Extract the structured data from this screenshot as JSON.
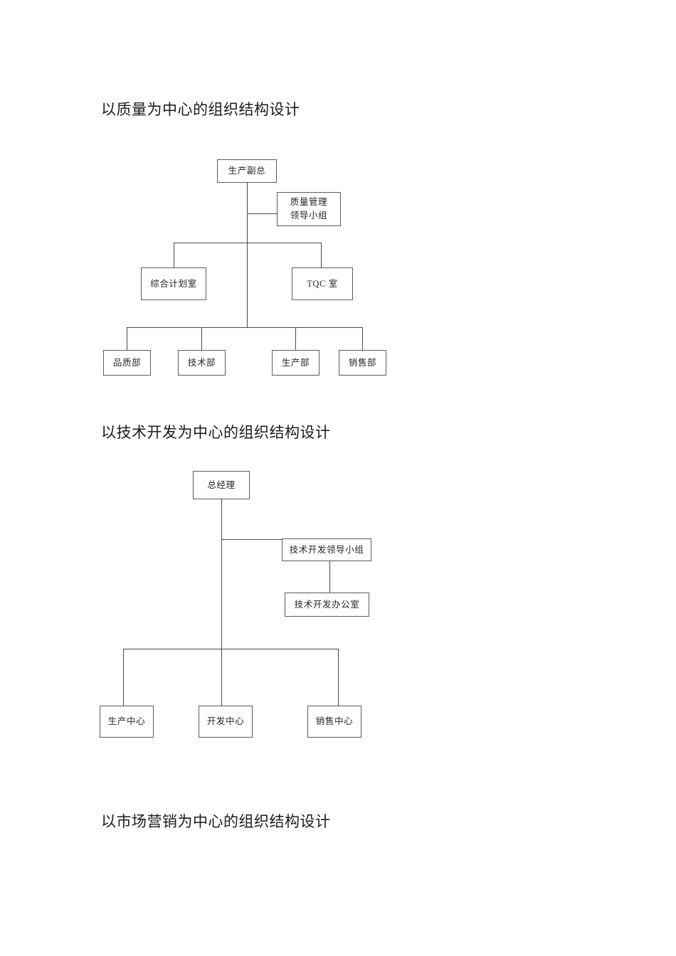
{
  "document": {
    "background_color": "#ffffff",
    "box_border_color": "#5b5b5b",
    "line_color": "#4a4a4a",
    "text_color": "#262626"
  },
  "sections": [
    {
      "heading": "以质量为中心的组织结构设计",
      "diagram": {
        "type": "org-chart",
        "nodes": [
          {
            "id": "n1-top",
            "label": "生产副总"
          },
          {
            "id": "n1-qmlg",
            "label": "质量管理\n领导小组"
          },
          {
            "id": "n1-plan",
            "label": "综合计划室"
          },
          {
            "id": "n1-tqc",
            "label": "TQC 室"
          },
          {
            "id": "n1-d1",
            "label": "品质部"
          },
          {
            "id": "n1-d2",
            "label": "技术部"
          },
          {
            "id": "n1-d3",
            "label": "生产部"
          },
          {
            "id": "n1-d4",
            "label": "销售部"
          }
        ]
      }
    },
    {
      "heading": "以技术开发为中心的组织结构设计",
      "diagram": {
        "type": "org-chart",
        "nodes": [
          {
            "id": "n2-top",
            "label": "总经理"
          },
          {
            "id": "n2-tdlg",
            "label": "技术开发领导小组"
          },
          {
            "id": "n2-tdo",
            "label": "技术开发办公室"
          },
          {
            "id": "n2-c1",
            "label": "生产中心"
          },
          {
            "id": "n2-c2",
            "label": "开发中心"
          },
          {
            "id": "n2-c3",
            "label": "销售中心"
          }
        ]
      }
    },
    {
      "heading": "以市场营销为中心的组织结构设计",
      "diagram": null
    }
  ]
}
